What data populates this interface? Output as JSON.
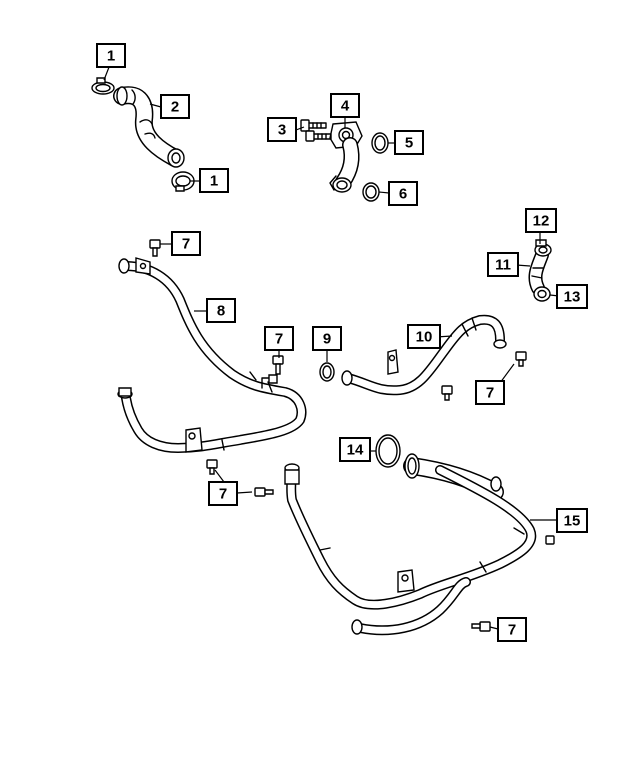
{
  "callouts": {
    "c1a": "1",
    "c2": "2",
    "c1b": "1",
    "c3": "3",
    "c4": "4",
    "c5": "5",
    "c6": "6",
    "c7a": "7",
    "c8": "8",
    "c7b": "7",
    "c9": "9",
    "c10": "10",
    "c7c": "7",
    "c12": "12",
    "c11": "11",
    "c13": "13",
    "c14": "14",
    "c7d": "7",
    "c15": "15",
    "c7e": "7"
  }
}
